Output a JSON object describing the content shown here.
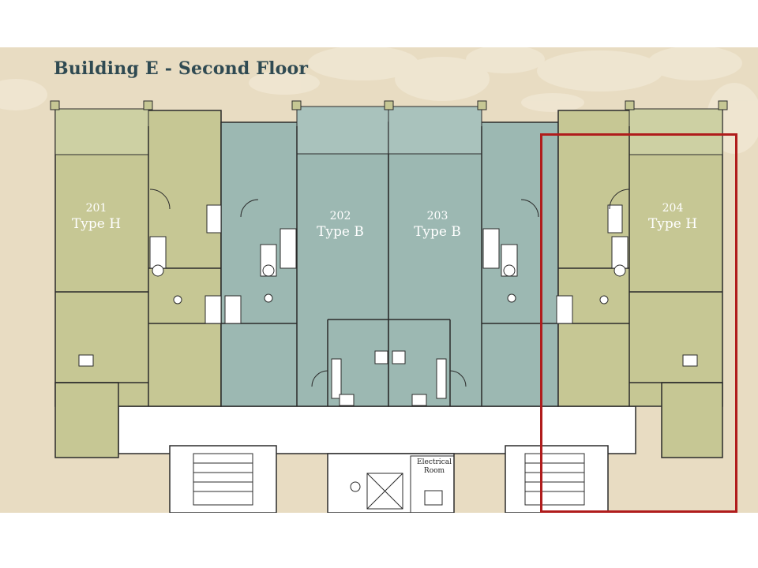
{
  "title": "Building E - Second Floor",
  "units": [
    {
      "number": "201",
      "type": "Type H",
      "color": "#c6c794"
    },
    {
      "number": "202",
      "type": "Type B",
      "color": "#9cb8b2"
    },
    {
      "number": "203",
      "type": "Type B",
      "color": "#9cb8b2"
    },
    {
      "number": "204",
      "type": "Type H",
      "color": "#c6c794"
    }
  ],
  "electrical_room_label": "Electrical Room",
  "highlight": {
    "unit": "204",
    "color": "#b01c1c"
  },
  "colors": {
    "background": "#e8dcc2",
    "corridor": "#ffffff",
    "wall": "#2b2b2b",
    "title": "#2f4a52"
  }
}
